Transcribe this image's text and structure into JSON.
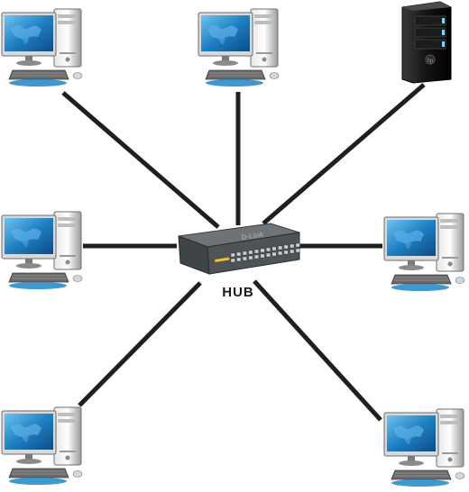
{
  "diagram": {
    "hub": {
      "label": "HUB",
      "brand_text": "D-Link",
      "port_count": 24,
      "body_color": "#4e5356",
      "top_color": "#6d7377",
      "led_color": "#f0c020"
    },
    "nodes": [
      {
        "id": "top-left",
        "kind": "desktop"
      },
      {
        "id": "top-center",
        "kind": "desktop"
      },
      {
        "id": "top-right",
        "kind": "server"
      },
      {
        "id": "middle-left",
        "kind": "desktop"
      },
      {
        "id": "middle-right",
        "kind": "desktop"
      },
      {
        "id": "bottom-left",
        "kind": "desktop"
      },
      {
        "id": "bottom-right",
        "kind": "desktop"
      }
    ],
    "link_color": "#1f1f1f",
    "monitor_screen_color": "#1e7fc2",
    "server_accent_color": "#7fd6ff"
  }
}
